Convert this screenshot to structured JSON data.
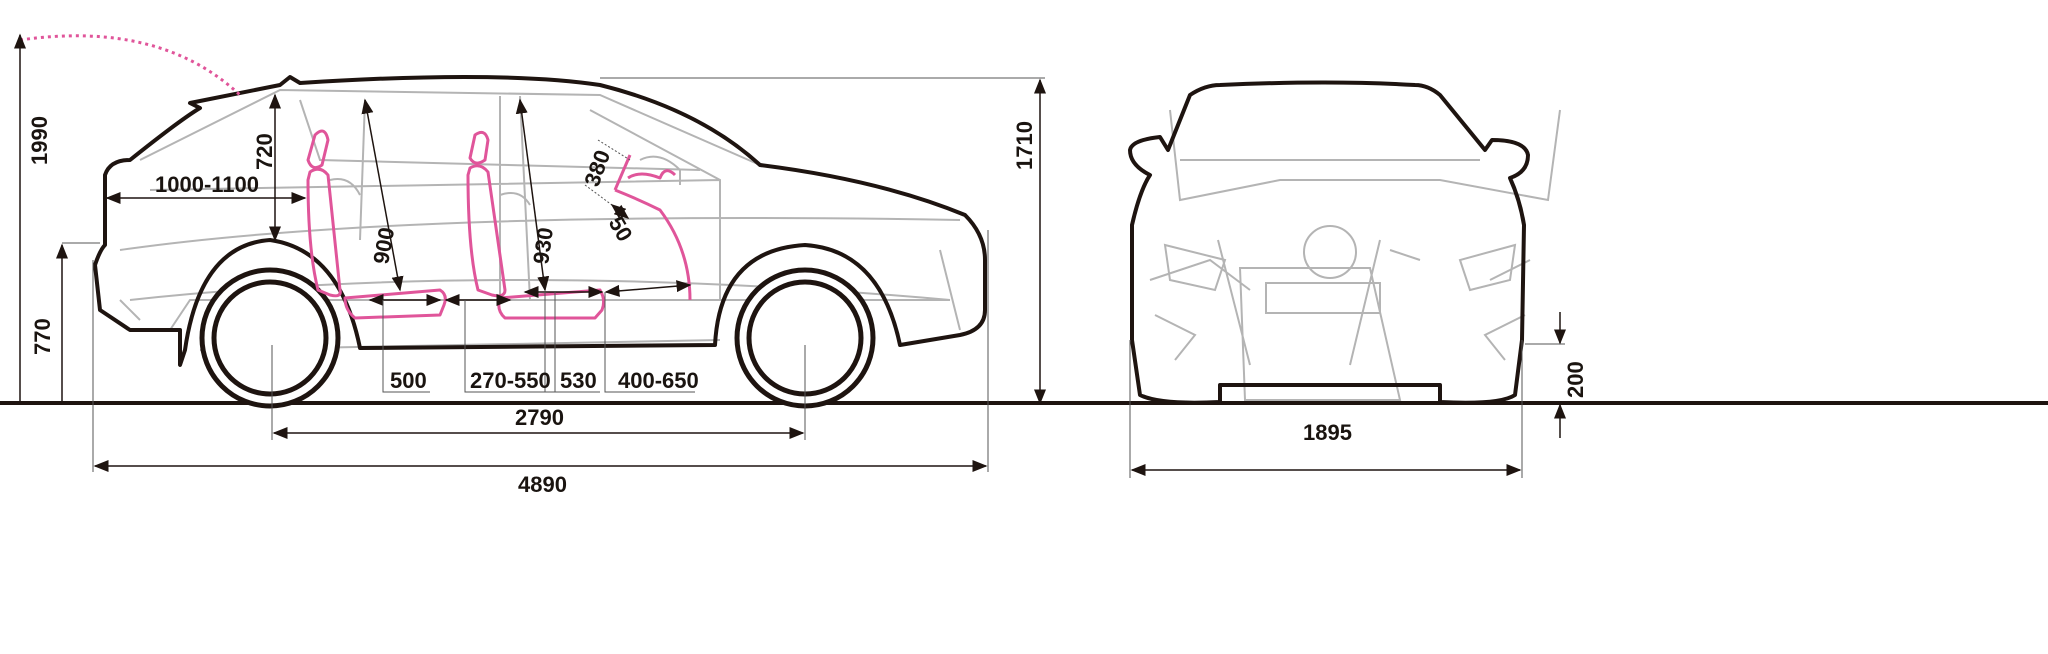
{
  "colors": {
    "outline": "#1e1410",
    "detail": "#b4b4b4",
    "seat": "#e0559a",
    "background": "#ffffff"
  },
  "side_view": {
    "dimensions": {
      "height_tailgate_open": "1990",
      "rear_headroom": "720",
      "cargo_length": "1000-1100",
      "rear_seat_height": "900",
      "front_seat_height": "930",
      "steering_reach": "380",
      "steering_tilt": "50",
      "overall_height": "1710",
      "rear_loading_height": "770",
      "rear_cushion": "500",
      "rear_legroom": "270-550",
      "front_cushion": "530",
      "front_legroom": "400-650",
      "wheelbase": "2790",
      "overall_length": "4890"
    }
  },
  "front_view": {
    "dimensions": {
      "overall_width": "1895",
      "ground_clearance": "200"
    }
  }
}
